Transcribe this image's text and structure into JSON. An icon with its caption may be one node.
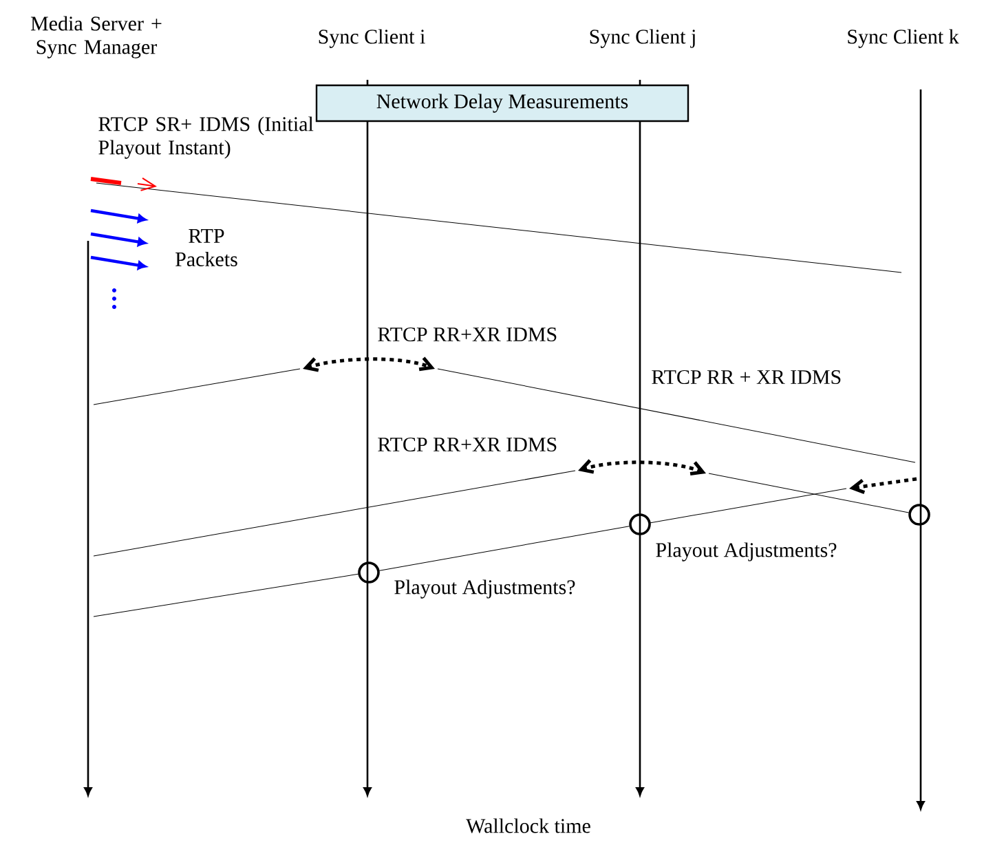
{
  "diagram": {
    "nodes": [
      {
        "text": [
          "Media Server + Sync Manager"
        ]
      },
      {
        "text": [
          "Sync Client i"
        ]
      },
      {
        "text": [
          "Sync Client j"
        ]
      },
      {
        "text": [
          "Sync Client k"
        ]
      },
      {
        "text": [
          "Network Delay Measurements"
        ]
      },
      {
        "text": [],
        "shape": "circle",
        "beside": [
          "Playout Adjustments?"
        ]
      },
      {
        "text": [],
        "shape": "circle",
        "beside": [
          "Playout Adjustments?"
        ]
      },
      {
        "text": [],
        "shape": "circle"
      }
    ],
    "edges": [
      {
        "from": 5,
        "to": 6,
        "arrow": "none"
      },
      {
        "from": null,
        "to": 7,
        "arrow": "none"
      }
    ],
    "labels": [
      "RTCP SR+ IDMS (Initial Playout Instant)",
      "RTP Packets",
      "RTCP RR+XR IDMS",
      "RTCP RR + XR IDMS",
      "RTCP RR+XR IDMS",
      "Wallclock time"
    ]
  }
}
